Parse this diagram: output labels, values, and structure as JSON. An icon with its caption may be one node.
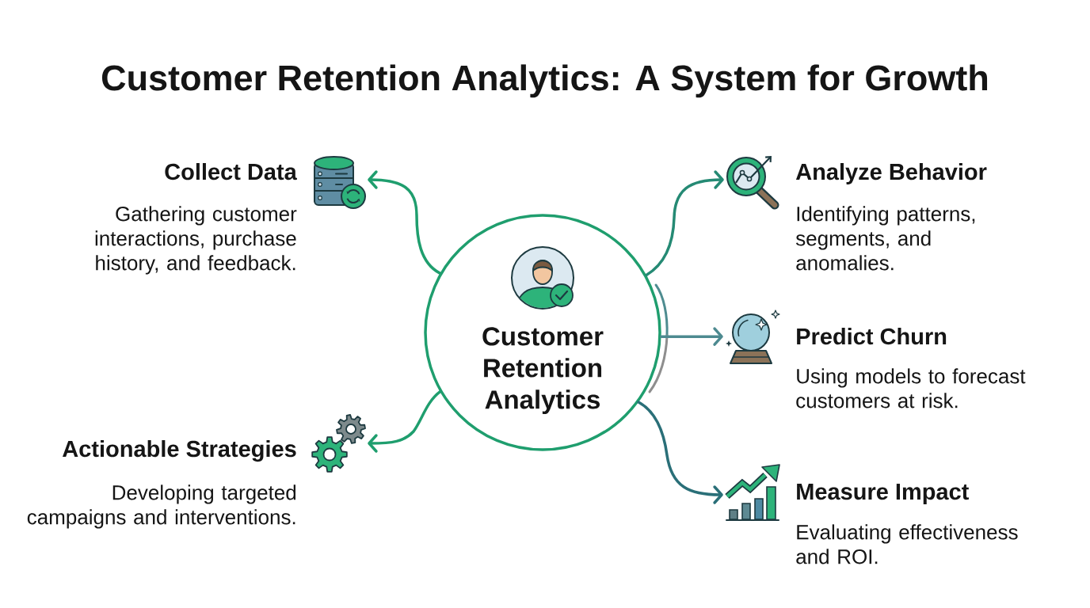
{
  "diagram": {
    "title": "Customer Retention Analytics: A System for Growth",
    "nodes": [
      {
        "text": [
          "Customer Retention Analytics"
        ]
      },
      {
        "text": [],
        "shape": "picture",
        "beside": [
          "Collect Data",
          "Gathering customer interactions, purchase history, and feedback."
        ]
      },
      {
        "text": [],
        "shape": "picture",
        "beside": [
          "Analyze Behavior",
          "Identifying patterns, segments, and anomalies."
        ]
      },
      {
        "text": [],
        "shape": "picture",
        "beside": [
          "Predict Churn",
          "Using models to forecast customers at risk."
        ]
      },
      {
        "text": [],
        "shape": "picture",
        "beside": [
          "Actionable Strategies",
          "Developing targeted campaigns and interventions."
        ]
      },
      {
        "text": [],
        "shape": "picture",
        "beside": [
          "Measure Impact",
          "Evaluating effectiveness and ROI."
        ]
      }
    ],
    "edges": [
      {
        "from": 0,
        "to": 1,
        "arrow": "to"
      },
      {
        "from": 0,
        "to": 2,
        "arrow": "to",
        "color": "#258a74"
      },
      {
        "from": 0,
        "to": 3,
        "arrow": "to",
        "color": "#4d8a90"
      },
      {
        "from": 0,
        "to": 4,
        "arrow": "to"
      },
      {
        "from": 0,
        "to": 5,
        "arrow": "to",
        "color": "#2a6f78"
      }
    ]
  }
}
